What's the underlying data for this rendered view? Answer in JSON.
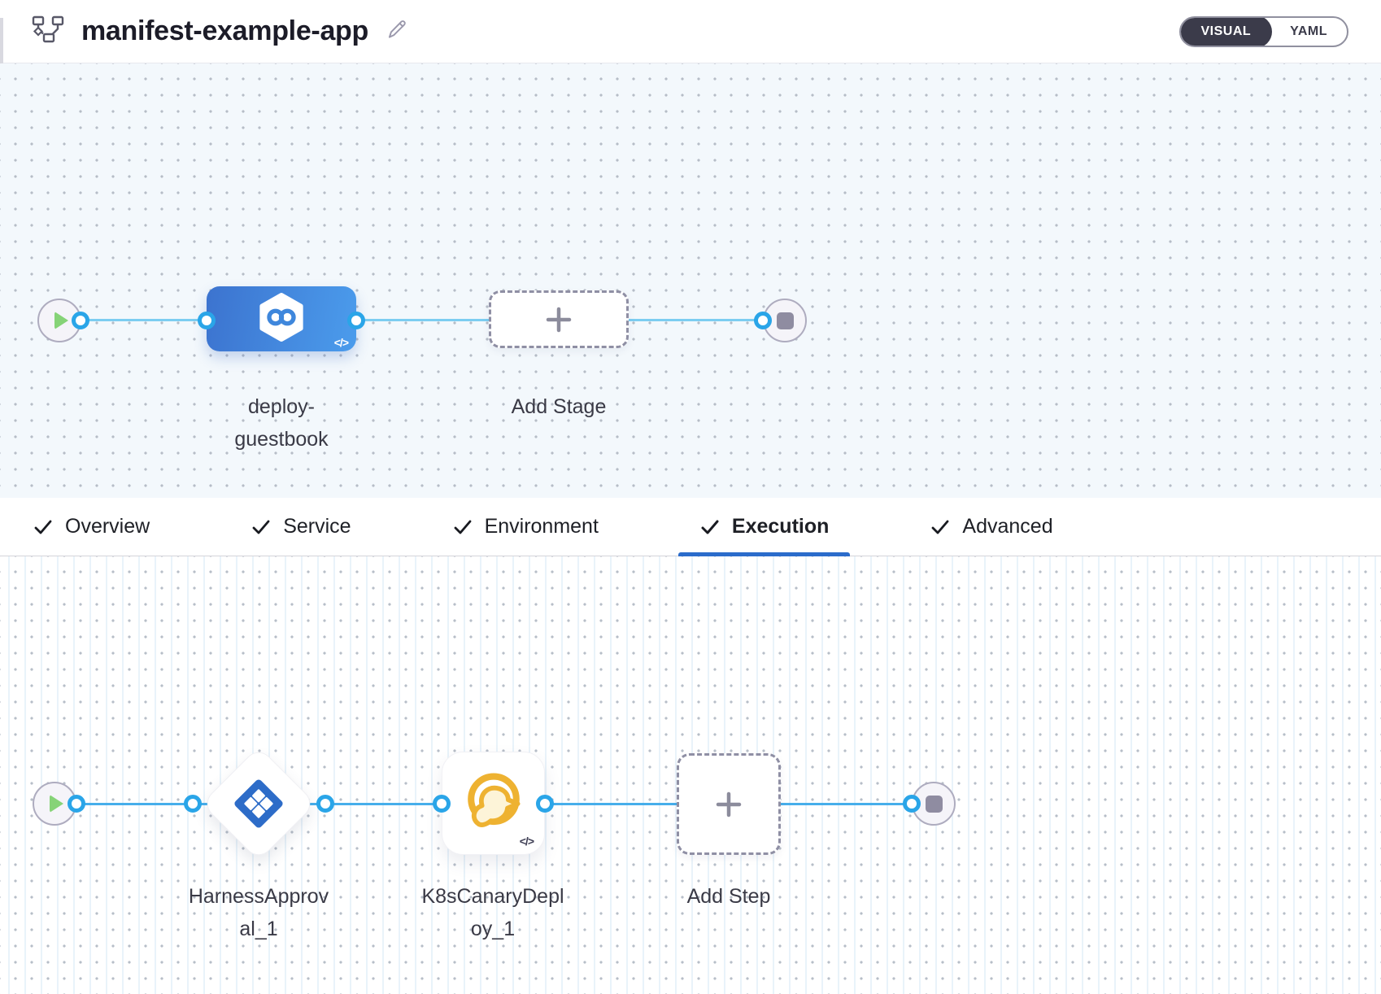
{
  "header": {
    "title": "manifest-example-app",
    "mode_toggle": {
      "visual": "VISUAL",
      "yaml": "YAML",
      "selected": "VISUAL"
    }
  },
  "stage_canvas": {
    "stage": {
      "label": "deploy-guestbook",
      "type": "cd-stage",
      "code_badge": "</>"
    },
    "add_stage_label": "Add Stage"
  },
  "tabs": [
    {
      "label": "Overview",
      "checked": true,
      "active": false
    },
    {
      "label": "Service",
      "checked": true,
      "active": false
    },
    {
      "label": "Environment",
      "checked": true,
      "active": false
    },
    {
      "label": "Execution",
      "checked": true,
      "active": true
    },
    {
      "label": "Advanced",
      "checked": true,
      "active": false
    }
  ],
  "execution_canvas": {
    "steps": [
      {
        "label": "HarnessApproval_1",
        "type": "harness-approval"
      },
      {
        "label": "K8sCanaryDeploy_1",
        "type": "k8s-canary-deploy",
        "code_badge": "</>"
      }
    ],
    "add_step_label": "Add Step"
  },
  "colors": {
    "accent_blue": "#2b6ccb",
    "connector_ring": "#2aa5e8",
    "flow_line_upper": "#7ccdf1",
    "flow_line_lower": "#46aeeb",
    "stage_gradient": [
      "#3c73cf",
      "#4b9cec"
    ],
    "approval_icon_blue": "#2d6cc8",
    "canary_yellow": "#eeb231",
    "play_green": "#86d377",
    "stop_gray": "#8f8ca1",
    "canvas_upper_bg": "#f3f8fc",
    "canvas_lower_bg": "#ffffff"
  }
}
